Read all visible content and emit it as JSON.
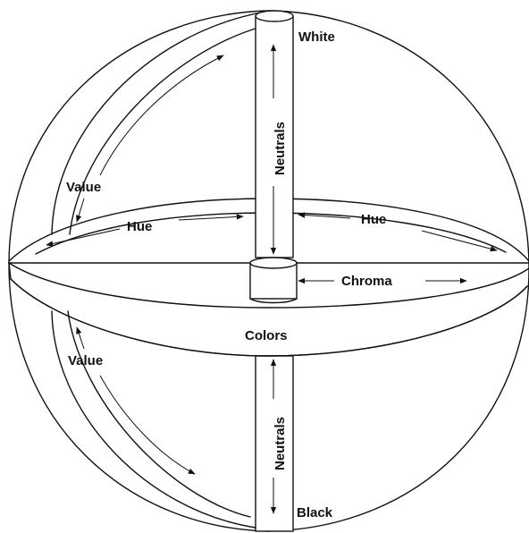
{
  "labels": {
    "white": "White",
    "black": "Black",
    "neutrals_top": "Neutrals",
    "neutrals_bottom": "Neutrals",
    "value_top": "Value",
    "value_bottom": "Value",
    "hue_left": "Hue",
    "hue_right": "Hue",
    "chroma": "Chroma",
    "colors": "Colors"
  }
}
